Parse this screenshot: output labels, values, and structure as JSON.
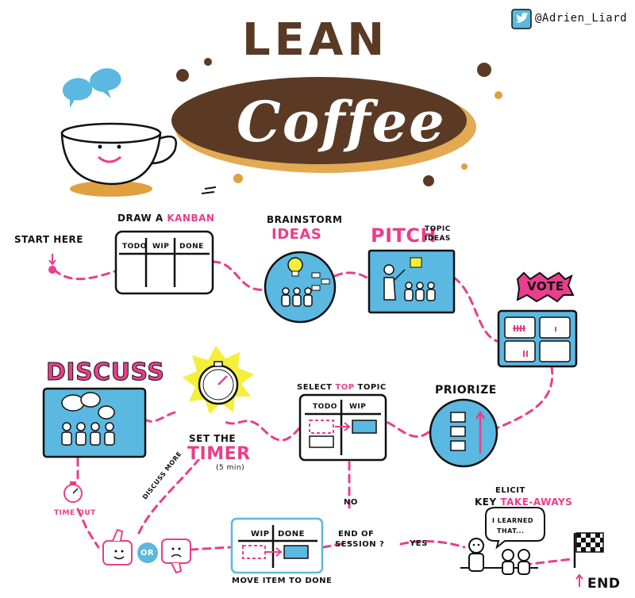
{
  "title": {
    "lean": "LEAN",
    "coffee": "Coffee"
  },
  "twitter_handle": "@Adrien_Liard",
  "start_label": "START HERE",
  "end_label": "END",
  "steps": {
    "kanban": {
      "prefix": "DRAW A",
      "accent": "KANBAN",
      "cols": [
        "TODO",
        "WIP",
        "DONE"
      ]
    },
    "brainstorm": {
      "line1": "BRAINSTORM",
      "line2": "IDEAS"
    },
    "pitch": {
      "accent": "PITCH",
      "suffix1": "TOPIC",
      "suffix2": "IDEAS"
    },
    "vote": {
      "label": "VOTE"
    },
    "priorize": {
      "label": "PRIORIZE"
    },
    "select": {
      "prefix": "SELECT",
      "accent": "TOP",
      "suffix": "TOPIC",
      "cols": [
        "TODO",
        "WIP"
      ]
    },
    "timer": {
      "line1": "SET THE",
      "accent": "TIMER",
      "note": "(5 min)"
    },
    "discuss": {
      "label": "DISCUSS"
    },
    "timeout": {
      "label": "TIME OUT"
    },
    "decision": {
      "or": "OR",
      "discuss_more": "DISCUSS MORE"
    },
    "move": {
      "cols": [
        "WIP",
        "DONE"
      ],
      "label": "MOVE ITEM TO DONE"
    },
    "end_session": {
      "line1": "END OF",
      "line2": "SESSION ?",
      "no": "NO",
      "yes": "YES"
    },
    "elicit": {
      "line1": "ELICIT",
      "prefix": "KEY",
      "accent": "TAKE-AWAYS",
      "speech1": "I LEARNED",
      "speech2": "THAT..."
    }
  },
  "colors": {
    "pink": "#e83e8c",
    "blue": "#5bb8e0",
    "brown": "#5a3a24",
    "orange": "#e0a040",
    "yellow": "#f4ef3a",
    "ink": "#111111"
  }
}
